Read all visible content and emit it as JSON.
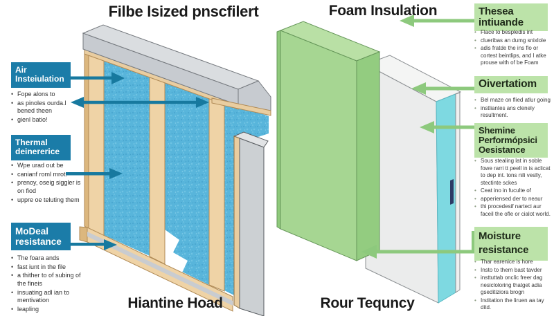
{
  "left_panel": {
    "title": "Filbe Isized pnscfilert",
    "caption": "Hiantine Hoad",
    "labels": [
      {
        "heading": "Air\nInsteiulation",
        "bullets": [
          "Fope alons to",
          "as pinoles ourda.l bened theen",
          "gienl batio!"
        ]
      },
      {
        "heading": "Thermal\ndeinererice",
        "bullets": [
          "Wpe urad out be",
          "canianf roml mrot.",
          "prenoy, oseig siggler is on fiod",
          "uppre oe teluting them"
        ]
      },
      {
        "heading": "MoDeal\nresistance",
        "bullets": [
          "The foara ands",
          "fast iunt in the file",
          "a thither to of subing of the fineis",
          "insuating adl ian to mentivation",
          "leapling"
        ]
      }
    ]
  },
  "right_panel": {
    "title": "Foam Insulation",
    "caption": "Rour Tequncy",
    "labels": [
      {
        "heading": "Thesea\nintiuande",
        "bullets": [
          "Flace to bespledis int",
          "clueribas an dumg snixlole",
          "adis fratde the ins flo or cortest beintlips, and l atke prouse with of be Foam"
        ]
      },
      {
        "heading": "Oivertatiom",
        "bullets": [
          "Bel maze on flied atlur going",
          "instliantes ans clenely resultment."
        ]
      },
      {
        "heading": "Shemine\nPerformópsici\nOesistance",
        "bullets": [
          "Sous stealing lat in soble fowe rarri tt peell in is aclicat to dep int. tons nili veslly, stectinte sckes",
          "Ceat ino in fuculte of",
          "apperiensed der to neaur",
          "thi procedesif narteci aur faceil the ofle or cialot world."
        ]
      },
      {
        "heading": "Moisture\nresistance",
        "bullets": [
          "Thar earenice is hore",
          "Insto to thern bast tavder",
          "insttuttab onclic freer dag nesicloloring thatget adia gseditiziora brogn",
          "Irstitation the liruen aa tay ditd."
        ]
      }
    ]
  },
  "colors": {
    "label_box_teal": "#1b7ca8",
    "label_box_green": "#bce3a9",
    "arrow_teal": "#17799f",
    "arrow_green": "#8dc97d",
    "insulation_blue": "#58b5db",
    "foam_green_front": "#a6d692",
    "foam_green_top": "#b9e0a5",
    "wood_tan": "#efd3a6",
    "plate_gray": "#c7cbd0",
    "panel_white": "#ebecec",
    "panel_edge_cyan": "#7ed9e1",
    "title_text": "#1a1a1a"
  }
}
